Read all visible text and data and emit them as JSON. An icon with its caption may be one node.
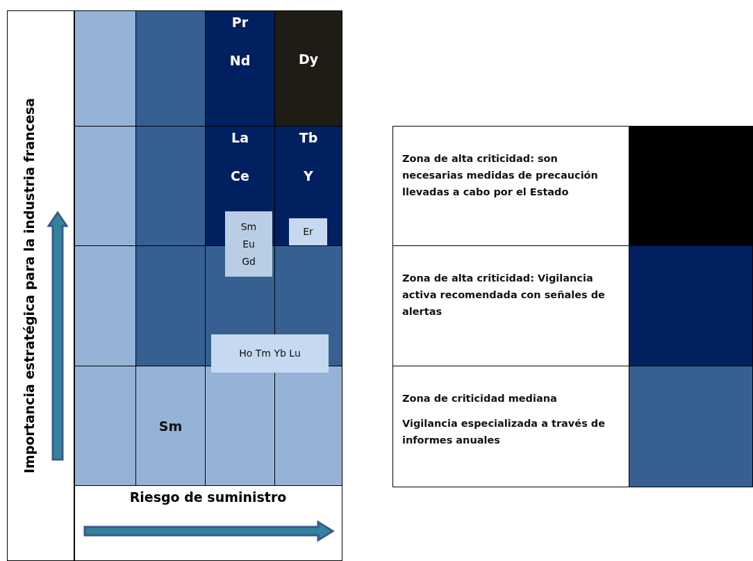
{
  "diagram": {
    "nodes": [
      {
        "text": [],
        "shape": "box"
      },
      {
        "text": [],
        "shape": "box"
      },
      {
        "text": [
          "Pr",
          "Nd"
        ]
      },
      {
        "text": [
          "Dy"
        ]
      },
      {
        "text": [],
        "shape": "box"
      },
      {
        "text": [],
        "shape": "box"
      },
      {
        "text": [
          "La",
          "Ce"
        ]
      },
      {
        "text": [
          "Tb",
          "Y"
        ]
      },
      {
        "text": [],
        "shape": "box"
      },
      {
        "text": [],
        "shape": "box"
      },
      {
        "text": [],
        "shape": "box"
      },
      {
        "text": [],
        "shape": "box"
      },
      {
        "text": [],
        "shape": "box"
      },
      {
        "text": [
          "Sm"
        ]
      },
      {
        "text": [],
        "shape": "box"
      },
      {
        "text": [],
        "shape": "box"
      },
      {
        "text": [
          "Sm Eu Gd"
        ]
      },
      {
        "text": [
          "Er"
        ],
        "in": 7
      },
      {
        "text": [
          "Ho Tm Yb Lu"
        ]
      }
    ],
    "labels": [
      "Importancia estratégica para la industria francesa",
      "Riesgo de suministro",
      "Vigilancia especializada a través de informes anuales"
    ],
    "legend": [
      {
        "text": "Zona de alta criticidad: son necesarias medidas de precaución llevadas a cabo por el Estado",
        "color": "#000000"
      },
      {
        "text": "Zona de alta criticidad:  Vigilancia activa recomendada con señales de alertas",
        "color": "#002060"
      },
      {
        "text": "Zona de criticidad mediana",
        "color": "#366092"
      }
    ]
  }
}
